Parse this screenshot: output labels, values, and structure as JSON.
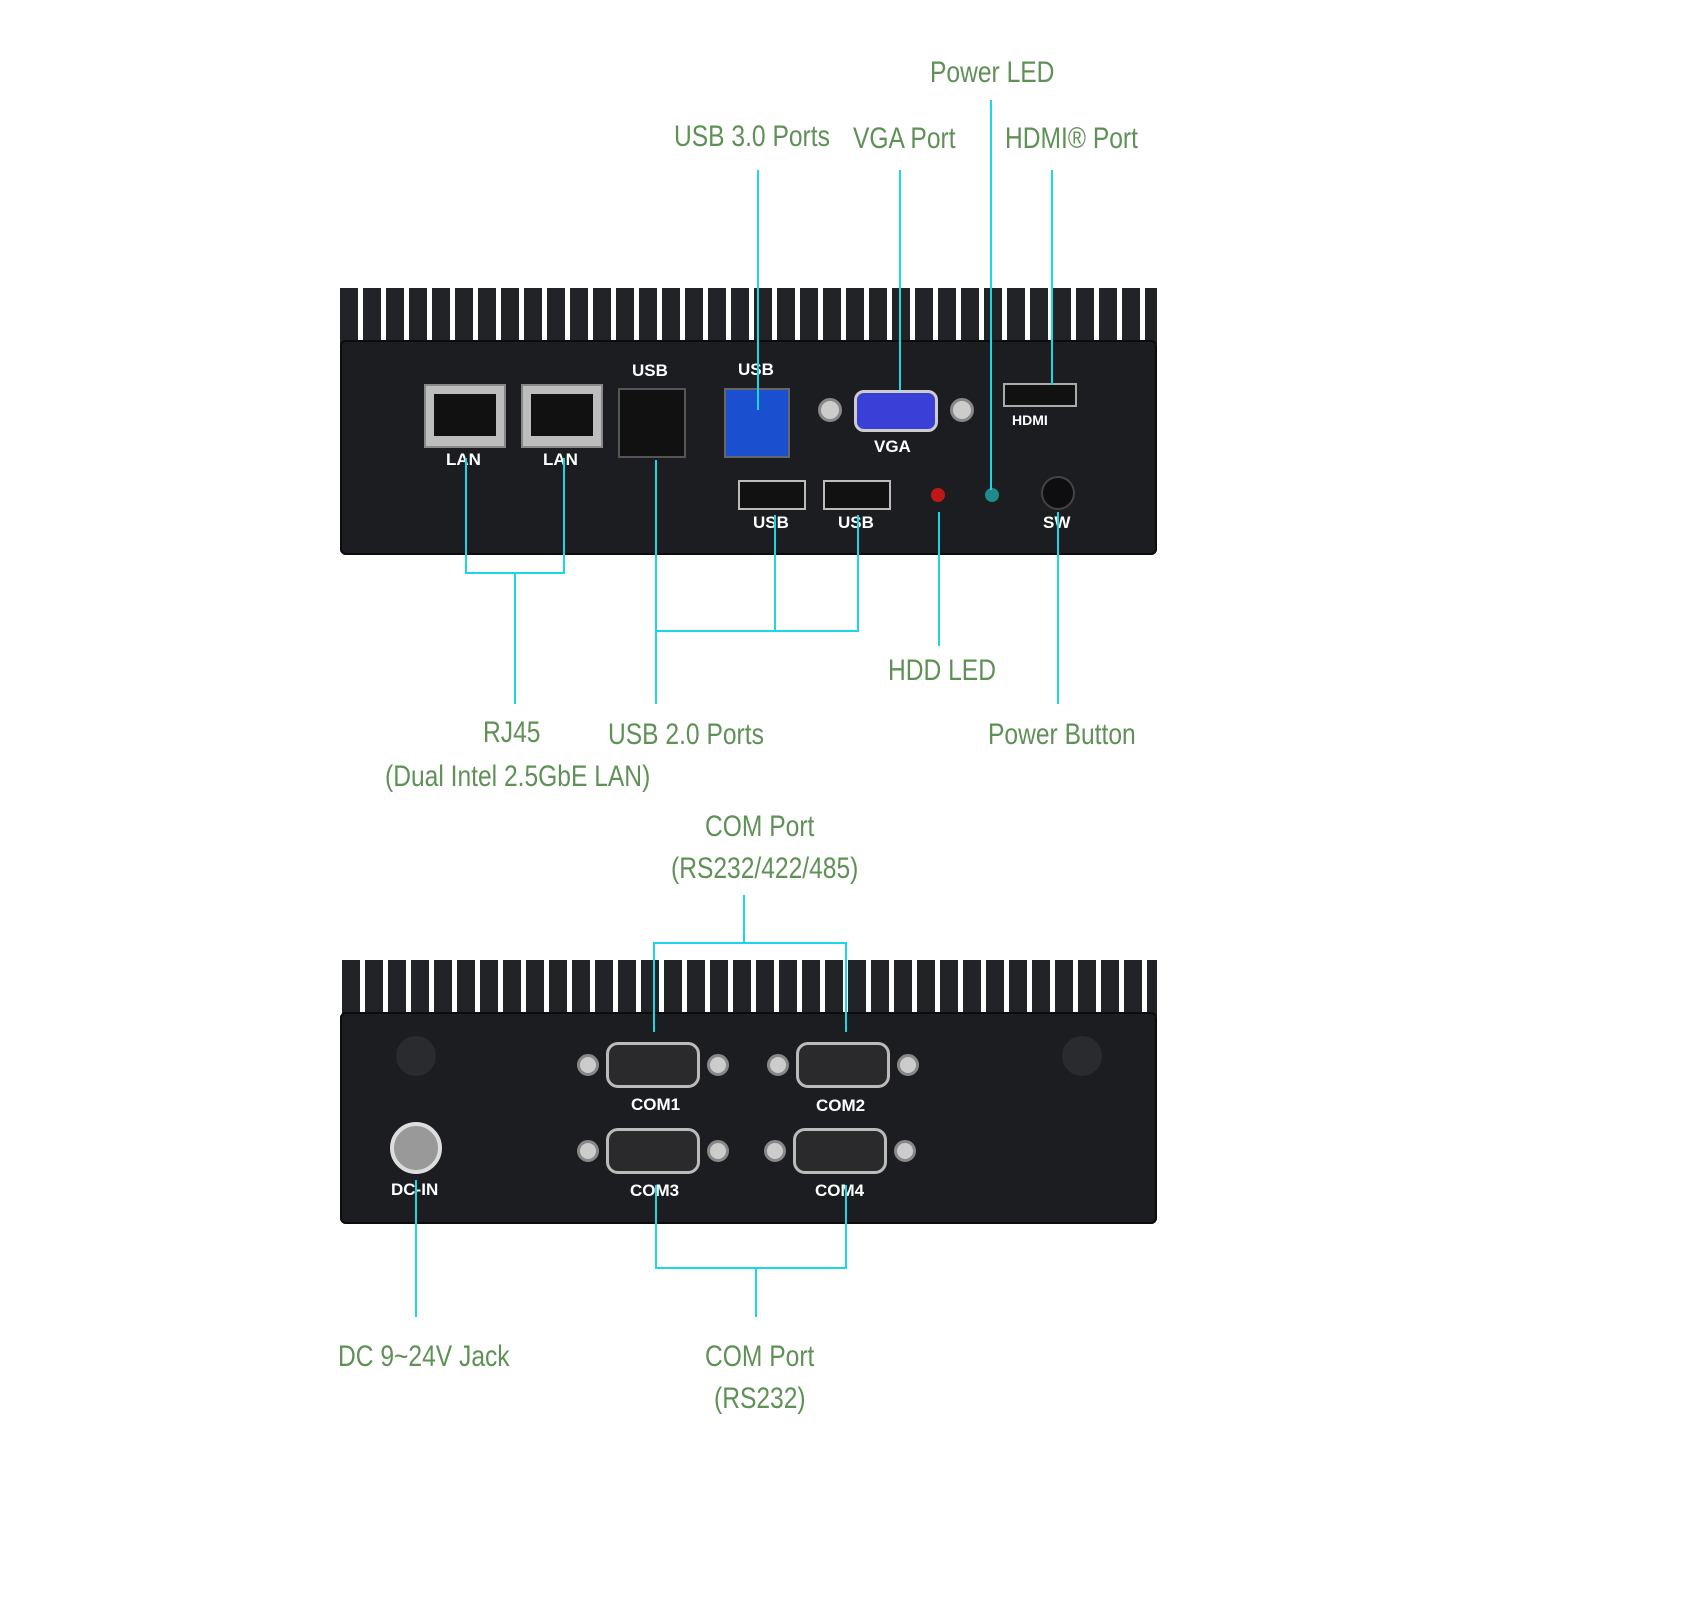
{
  "labels": {
    "power_led": "Power LED",
    "usb30": "USB 3.0 Ports",
    "vga": "VGA Port",
    "hdmi": "HDMI® Port",
    "hdd_led": "HDD LED",
    "rj45_line1": "RJ45",
    "rj45_line2": "(Dual Intel 2.5GbE LAN)",
    "usb20": "USB 2.0 Ports",
    "power_button": "Power Button",
    "com_top_line1": "COM Port",
    "com_top_line2": "(RS232/422/485)",
    "dc": "DC 9~24V Jack",
    "com_bottom_line1": "COM Port",
    "com_bottom_line2": "(RS232)"
  },
  "front_panel": {
    "lan1": "LAN",
    "lan2": "LAN",
    "usb_a": "USB",
    "usb_b": "USB",
    "vga": "VGA",
    "hdmi": "HDMI",
    "usb_c": "USB",
    "usb_d": "USB",
    "sw": "SW"
  },
  "rear_panel": {
    "com1": "COM1",
    "com2": "COM2",
    "com3": "COM3",
    "com4": "COM4",
    "dcin": "DC-IN"
  },
  "colors": {
    "label": "#5f9157",
    "leader": "#1bd6e4",
    "chassis": "#1c1d21"
  }
}
